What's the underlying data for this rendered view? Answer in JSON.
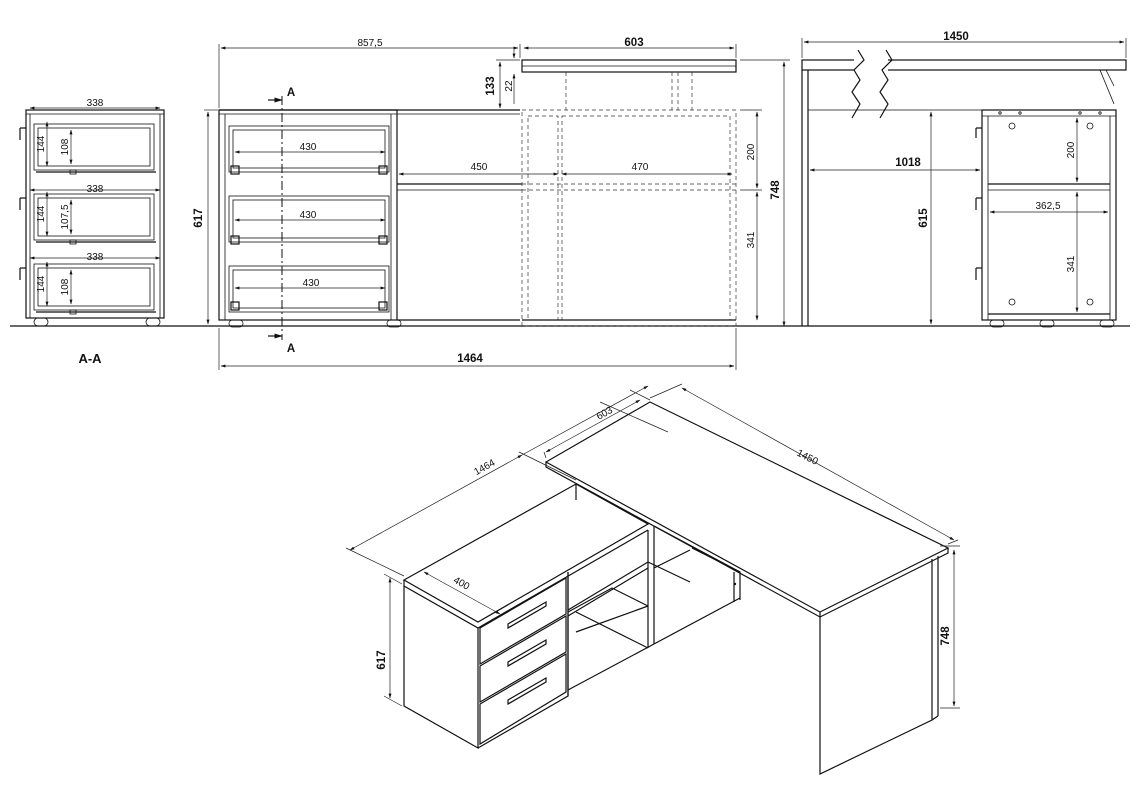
{
  "front_view": {
    "width_upper": "857,5",
    "top_depth": "603",
    "height_133": "133",
    "height_22": "22",
    "height_617": "617",
    "drawer_width_1": "430",
    "drawer_width_2": "430",
    "drawer_width_3": "430",
    "shelf_left": "450",
    "shelf_right": "470",
    "height_200": "200",
    "height_341": "341",
    "height_748": "748",
    "overall_width": "1464",
    "section_mark_top": "A",
    "section_mark_bottom": "A"
  },
  "section_view": {
    "label": "A-A",
    "widths": [
      "338",
      "338",
      "338"
    ],
    "drawer_heights": [
      "144",
      "144",
      "144"
    ],
    "inner_heights": [
      "108",
      "107,5",
      "108"
    ]
  },
  "side_view": {
    "top_width": "1450",
    "depth_1018": "1018",
    "height_615": "615",
    "height_200": "200",
    "shelf_width": "362,5",
    "height_341": "341"
  },
  "isometric": {
    "dim_1464": "1464",
    "dim_603": "603",
    "dim_1450": "1450",
    "dim_400": "400",
    "dim_617": "617",
    "dim_748": "748"
  }
}
